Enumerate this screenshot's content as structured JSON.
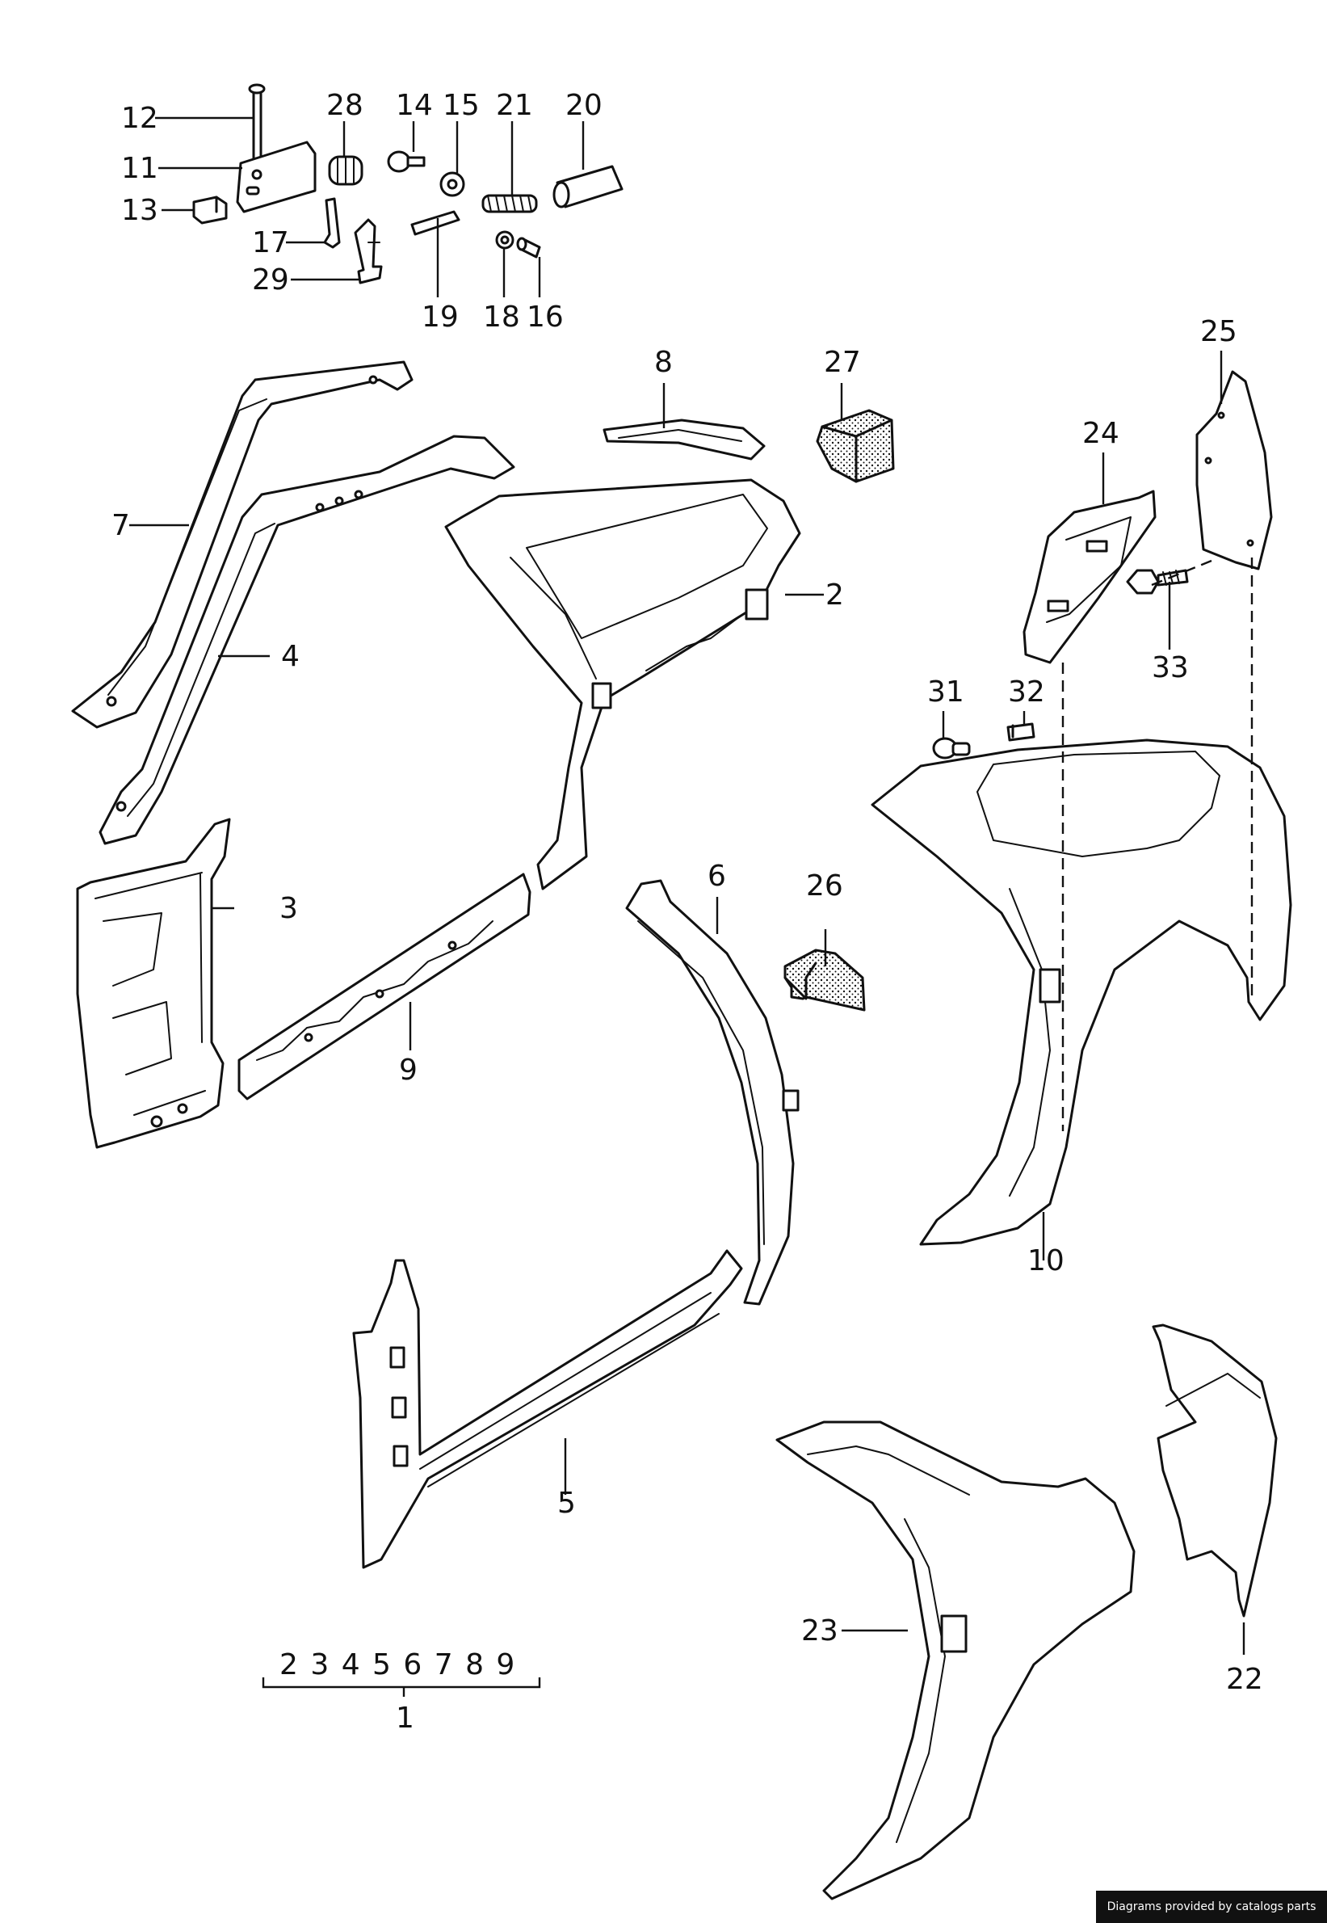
{
  "labels": {
    "l1": "1",
    "l2": "2",
    "l3": "3",
    "l4": "4",
    "l5": "5",
    "l6": "6",
    "l7": "7",
    "l8": "8",
    "l9": "9",
    "l10": "10",
    "l11": "11",
    "l12": "12",
    "l13": "13",
    "l14": "14",
    "l15": "15",
    "l16": "16",
    "l17": "17",
    "l18": "18",
    "l19": "19",
    "l20": "20",
    "l21": "21",
    "l22": "22",
    "l23": "23",
    "l24": "24",
    "l25": "25",
    "l26": "26",
    "l27": "27",
    "l28": "28",
    "l29": "29",
    "l31": "31",
    "l32": "32",
    "l33": "33"
  },
  "group_bracket": {
    "members": "2 3 4 5 6 7 8 9",
    "parent": "1"
  },
  "credit": "Diagrams provided by catalogs parts",
  "colors": {
    "line": "#111111",
    "background": "#ffffff",
    "credit_bg": "#111111",
    "credit_text": "#ffffff"
  }
}
